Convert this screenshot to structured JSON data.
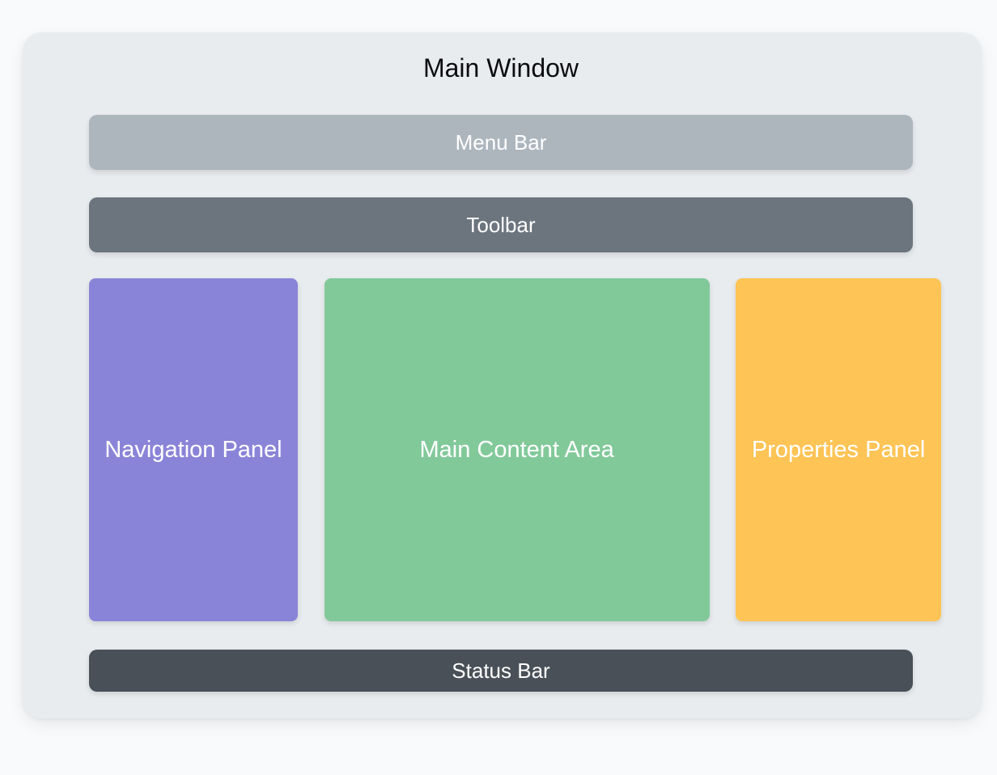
{
  "window": {
    "title": "Main Window",
    "background": "#e9ecef",
    "page_background": "#f8fafc",
    "title_color": "#0c0c10"
  },
  "bars": {
    "menu": {
      "label": "Menu Bar",
      "color": "#adb5bd",
      "text_color": "#ffffff"
    },
    "toolbar": {
      "label": "Toolbar",
      "color": "#6c757d",
      "text_color": "#ffffff"
    },
    "status": {
      "label": "Status Bar",
      "color": "#495057",
      "text_color": "#ffffff"
    }
  },
  "panels": {
    "navigation": {
      "label": "Navigation Panel",
      "color": "#8a84d8",
      "text_color": "#ffffff"
    },
    "main": {
      "label": "Main Content Area",
      "color": "#82c99a",
      "text_color": "#ffffff"
    },
    "properties": {
      "label": "Properties Panel",
      "color": "#ffc456",
      "text_color": "#ffffff"
    }
  }
}
